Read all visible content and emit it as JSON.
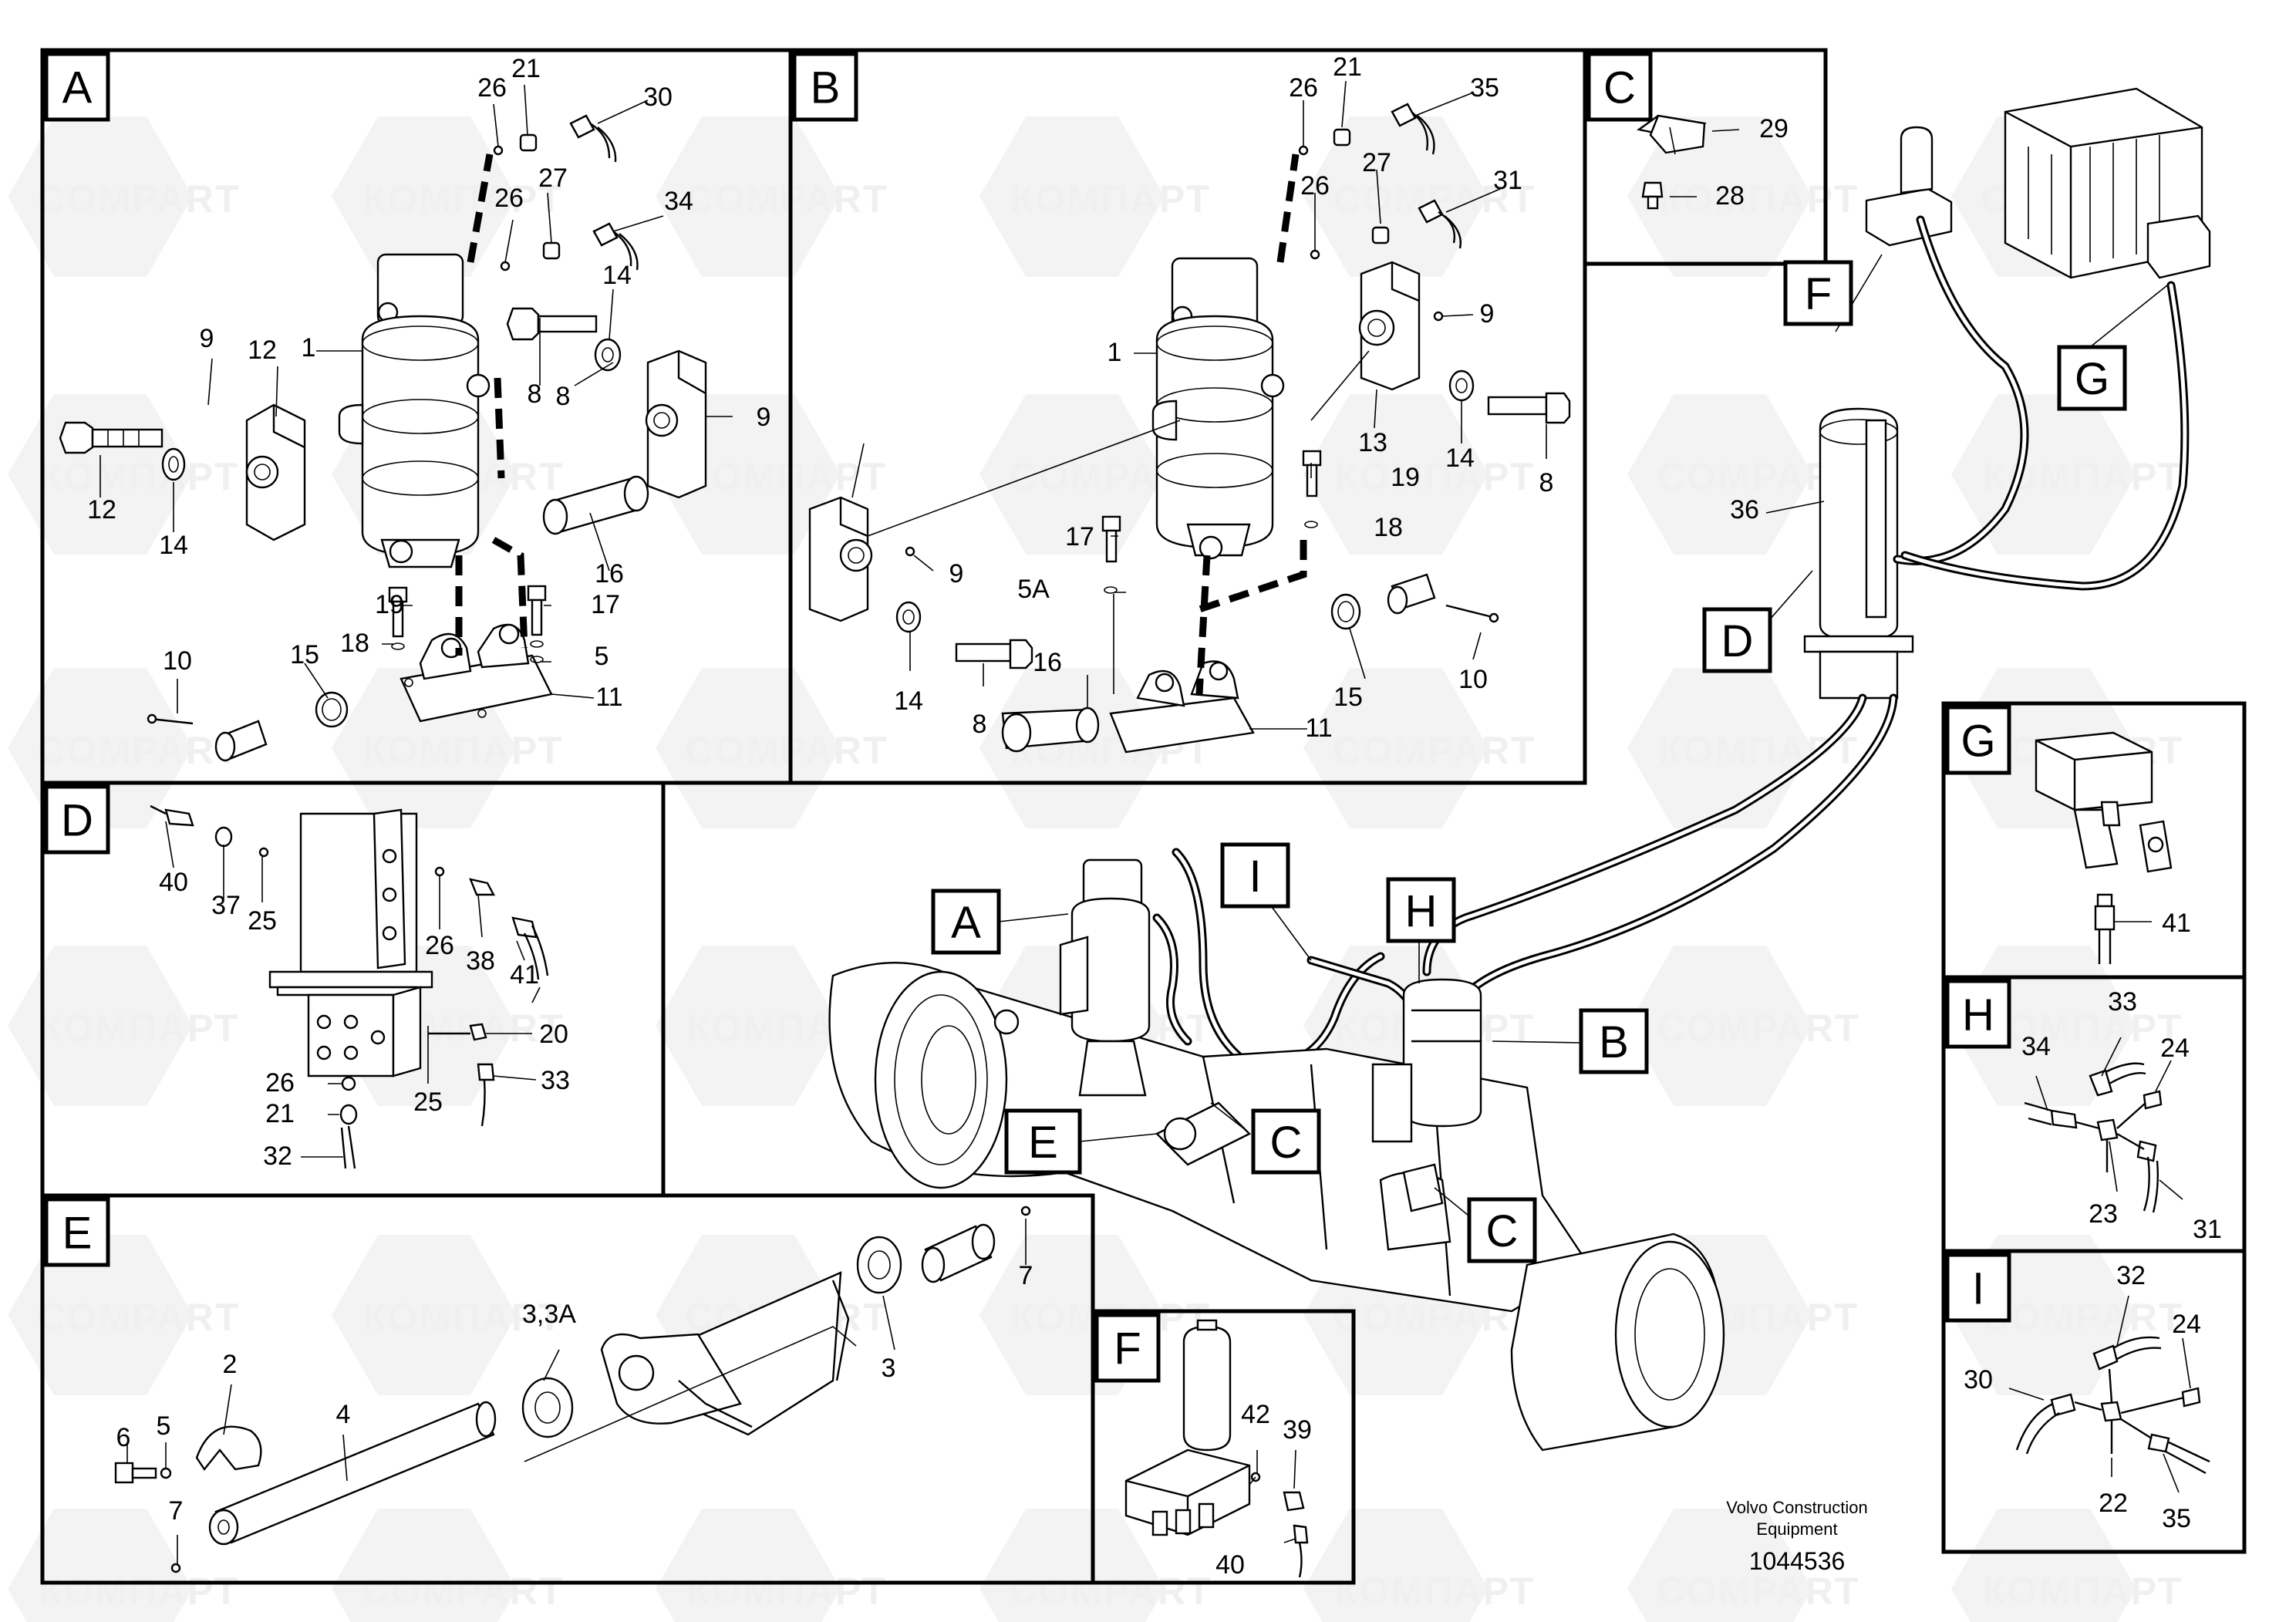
{
  "watermark": "COMPART",
  "watermark_alt": "КОМПАРТ",
  "panels": {
    "A": {
      "tag": "A",
      "labels": [
        "26",
        "21",
        "30",
        "26",
        "27",
        "34",
        "14",
        "9",
        "12",
        "1",
        "8",
        "9",
        "12",
        "8",
        "14",
        "16",
        "19",
        "17",
        "18",
        "5",
        "15",
        "10",
        "11"
      ]
    },
    "B": {
      "tag": "B",
      "labels": [
        "26",
        "21",
        "35",
        "26",
        "27",
        "31",
        "9",
        "1",
        "13",
        "14",
        "8",
        "19",
        "18",
        "17",
        "9",
        "5A",
        "14",
        "16",
        "8",
        "15",
        "10",
        "11"
      ]
    },
    "C": {
      "tag": "C",
      "labels": [
        "29",
        "28"
      ]
    },
    "D": {
      "tag": "D",
      "labels": [
        "40",
        "37",
        "25",
        "26",
        "38",
        "41",
        "20",
        "26",
        "25",
        "33",
        "21",
        "32"
      ]
    },
    "E": {
      "tag": "E",
      "labels": [
        "7",
        "3,3A",
        "2",
        "3",
        "5",
        "4",
        "6",
        "7"
      ]
    },
    "F": {
      "tag": "F",
      "labels": [
        "42",
        "39",
        "40"
      ]
    },
    "G": {
      "tag": "G",
      "labels": [
        "41"
      ]
    },
    "H": {
      "tag": "H",
      "labels": [
        "33",
        "34",
        "24",
        "23",
        "31"
      ]
    },
    "I": {
      "tag": "I",
      "labels": [
        "32",
        "24",
        "30",
        "22",
        "35"
      ]
    }
  },
  "overview": {
    "labels": [
      "36"
    ],
    "callouts": [
      "A",
      "B",
      "C",
      "C",
      "D",
      "E",
      "F",
      "G",
      "H",
      "I"
    ]
  },
  "footer": {
    "brand_line1": "Volvo Construction",
    "brand_line2": "Equipment",
    "drawing_number": "1044536"
  }
}
